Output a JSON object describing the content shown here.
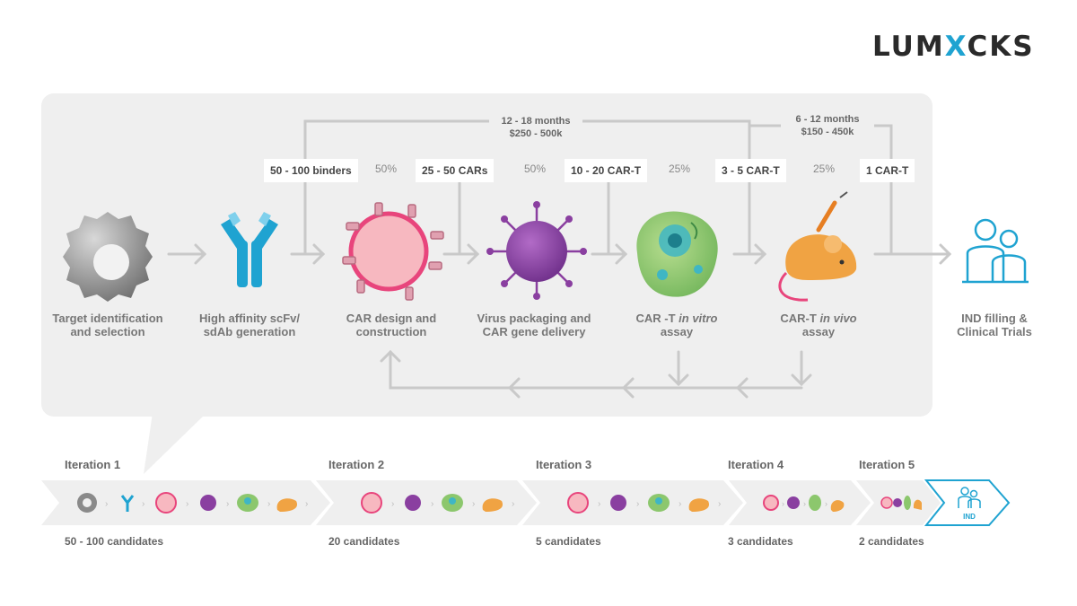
{
  "logo": {
    "left": "LUM",
    "mid": "X",
    "right": "CKS"
  },
  "timelines": [
    {
      "duration": "12 - 18 months",
      "cost": "$250 - 500k"
    },
    {
      "duration": "6 - 12 months",
      "cost": "$150 - 450k"
    }
  ],
  "stage_tags": [
    "50 - 100 binders",
    "25 - 50 CARs",
    "10 - 20 CAR-T",
    "3 - 5 CAR-T",
    "1 CAR-T"
  ],
  "percentages": [
    "50%",
    "50%",
    "25%",
    "25%"
  ],
  "steps": [
    {
      "line1": "Target identification",
      "line2": "and selection",
      "icon": "gear-cell-icon"
    },
    {
      "line1": "High affinity scFv/",
      "line2": "sdAb generation",
      "icon": "antibody-icon"
    },
    {
      "line1": "CAR design and",
      "line2": "construction",
      "icon": "car-cell-icon"
    },
    {
      "line1": "Virus packaging and",
      "line2": "CAR gene delivery",
      "icon": "virus-icon"
    },
    {
      "line1": "CAR -T",
      "line1_italic": "in vitro",
      "line2": "assay",
      "icon": "cell-icon"
    },
    {
      "line1": "CAR-T",
      "line1_italic": "in vivo",
      "line2": "assay",
      "icon": "mouse-icon"
    },
    {
      "line1": "IND filling &",
      "line2": "Clinical Trials",
      "icon": "people-icon"
    }
  ],
  "iterations": [
    {
      "title": "Iteration 1",
      "count": "50 - 100 candidates"
    },
    {
      "title": "Iteration 2",
      "count": "20 candidates"
    },
    {
      "title": "Iteration 3",
      "count": "5 candidates"
    },
    {
      "title": "Iteration 4",
      "count": "3 candidates"
    },
    {
      "title": "Iteration 5",
      "count": "2 candidates"
    }
  ],
  "final_badge": "IND",
  "colors": {
    "panel": "#efefef",
    "arrow": "#c9c9c9",
    "accent_blue": "#1fa3d1",
    "pink": "#e8457c",
    "purple": "#8a3fa0",
    "green": "#8cc76d",
    "orange": "#f0a343"
  }
}
